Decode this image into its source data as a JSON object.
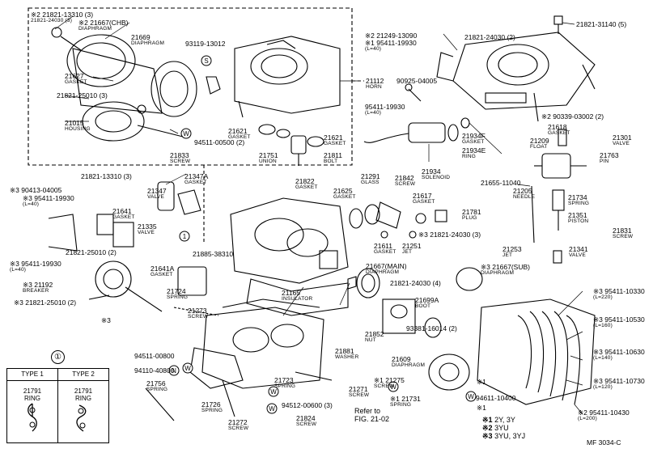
{
  "labels": [
    {
      "id": "l1",
      "no": "※2 21821-13310 (3)",
      "desc": "21821-24030 (3)"
    },
    {
      "id": "l2",
      "no": "※2 21667(CHB)",
      "desc": "DIAPHRAGM"
    },
    {
      "id": "l3",
      "no": "21669",
      "desc": "DIAPHRAGM"
    },
    {
      "id": "l4",
      "no": "93119-13012",
      "desc": ""
    },
    {
      "id": "l5",
      "no": "21627",
      "desc": "GASKET"
    },
    {
      "id": "l6",
      "no": "21821-25010 (3)",
      "desc": ""
    },
    {
      "id": "l7",
      "no": "21015",
      "desc": "HOUSING"
    },
    {
      "id": "l8",
      "no": "94511-00500 (2)",
      "desc": ""
    },
    {
      "id": "l9",
      "no": "21833",
      "desc": "SCREW"
    },
    {
      "id": "l10",
      "no": "21112",
      "desc": "HORN"
    },
    {
      "id": "l11",
      "no": "21621",
      "desc": "GASKET"
    },
    {
      "id": "l12",
      "no": "21621",
      "desc": "GASKET"
    },
    {
      "id": "l13",
      "no": "21751",
      "desc": "UNION"
    },
    {
      "id": "l14",
      "no": "21811",
      "desc": "BOLT"
    },
    {
      "id": "l15",
      "no": "※2 21249-13090",
      "desc": ""
    },
    {
      "id": "l16",
      "no": "※1 95411-19930",
      "desc": "(L=40)"
    },
    {
      "id": "l17",
      "no": "21821-24030 (2)",
      "desc": ""
    },
    {
      "id": "l18",
      "no": "21821-31140 (5)",
      "desc": ""
    },
    {
      "id": "l19",
      "no": "90925-04005",
      "desc": ""
    },
    {
      "id": "l20",
      "no": "95411-19930",
      "desc": "(L=40)"
    },
    {
      "id": "l21",
      "no": "※2 90339-03002 (2)",
      "desc": ""
    },
    {
      "id": "l22",
      "no": "21934F",
      "desc": "GASKET"
    },
    {
      "id": "l23",
      "no": "21934E",
      "desc": "RING"
    },
    {
      "id": "l24",
      "no": "21934",
      "desc": "SOLENOID"
    },
    {
      "id": "l25",
      "no": "21618",
      "desc": "GASKET"
    },
    {
      "id": "l26",
      "no": "21301",
      "desc": "VALVE"
    },
    {
      "id": "l27",
      "no": "21209",
      "desc": "FLOAT"
    },
    {
      "id": "l28",
      "no": "21763",
      "desc": "PIN"
    },
    {
      "id": "l29",
      "no": "21821-13310 (3)",
      "desc": ""
    },
    {
      "id": "l30",
      "no": "21347A",
      "desc": "GASKET"
    },
    {
      "id": "l31",
      "no": "21347",
      "desc": "VALVE"
    },
    {
      "id": "l32",
      "no": "21822",
      "desc": "GASKET"
    },
    {
      "id": "l33",
      "no": "21291",
      "desc": "GLASS"
    },
    {
      "id": "l34",
      "no": "21842",
      "desc": "SCREW"
    },
    {
      "id": "l35",
      "no": "21655-11040",
      "desc": ""
    },
    {
      "id": "l36",
      "no": "21205",
      "desc": "NEEDLE"
    },
    {
      "id": "l37",
      "no": "※3 90413-04005",
      "desc": ""
    },
    {
      "id": "l38",
      "no": "※3 95411-19930",
      "desc": "(L=40)"
    },
    {
      "id": "l39",
      "no": "21641",
      "desc": "GASKET"
    },
    {
      "id": "l40",
      "no": "21335",
      "desc": "VALVE"
    },
    {
      "id": "l41",
      "no": "21625",
      "desc": "GASKET"
    },
    {
      "id": "l42",
      "no": "21617",
      "desc": "GASKET"
    },
    {
      "id": "l43",
      "no": "21781",
      "desc": "PLUG"
    },
    {
      "id": "l44",
      "no": "21734",
      "desc": "SPRING"
    },
    {
      "id": "l45",
      "no": "21351",
      "desc": "PISTON"
    },
    {
      "id": "l46",
      "no": "21611",
      "desc": "GASKET"
    },
    {
      "id": "l47",
      "no": "21251",
      "desc": "JET"
    },
    {
      "id": "l48",
      "no": "※3 21821-24030 (3)",
      "desc": ""
    },
    {
      "id": "l49",
      "no": "21831",
      "desc": "SCREW"
    },
    {
      "id": "l50",
      "no": "21821-25010 (2)",
      "desc": ""
    },
    {
      "id": "l51",
      "no": "21885-38310",
      "desc": ""
    },
    {
      "id": "l52",
      "no": "21253",
      "desc": "JET"
    },
    {
      "id": "l53",
      "no": "21341",
      "desc": "VALVE"
    },
    {
      "id": "l54",
      "no": "※3 95411-19930",
      "desc": "(L=40)"
    },
    {
      "id": "l55",
      "no": "21641A",
      "desc": "GASKET"
    },
    {
      "id": "l56",
      "no": "21667(MAIN)",
      "desc": "DIAPHRAGM"
    },
    {
      "id": "l57",
      "no": "※3 21667(SUB)",
      "desc": "DIAPHRAGM"
    },
    {
      "id": "l58",
      "no": "※3 21192",
      "desc": "BREAKER"
    },
    {
      "id": "l59",
      "no": "21821-24030 (4)",
      "desc": ""
    },
    {
      "id": "l60",
      "no": "21724",
      "desc": "SPRING"
    },
    {
      "id": "l61",
      "no": "21165",
      "desc": "INSULATOR"
    },
    {
      "id": "l62",
      "no": "※3 21821-25010 (2)",
      "desc": ""
    },
    {
      "id": "l63",
      "no": "21273",
      "desc": "SCREW"
    },
    {
      "id": "l64",
      "no": "21699A",
      "desc": "BOOT"
    },
    {
      "id": "l65",
      "no": "※3 95411-10330",
      "desc": "(L=220)"
    },
    {
      "id": "l66",
      "no": "※3",
      "desc": ""
    },
    {
      "id": "l67",
      "no": "93381-16014 (2)",
      "desc": ""
    },
    {
      "id": "l68",
      "no": "※3 95411-10530",
      "desc": "(L=160)"
    },
    {
      "id": "l69",
      "no": "21852",
      "desc": "NUT"
    },
    {
      "id": "l70",
      "no": "21881",
      "desc": "WASHER"
    },
    {
      "id": "l71",
      "no": "94511-00800",
      "desc": ""
    },
    {
      "id": "l72",
      "no": "94110-40800",
      "desc": ""
    },
    {
      "id": "l73",
      "no": "21609",
      "desc": "DIAPHRAGM"
    },
    {
      "id": "l74",
      "no": "※3 95411-10630",
      "desc": "(L=140)"
    },
    {
      "id": "l75",
      "no": "21723",
      "desc": "SPRING"
    },
    {
      "id": "l76",
      "no": "※1 21275",
      "desc": "SCREW"
    },
    {
      "id": "l77",
      "no": "※1",
      "desc": ""
    },
    {
      "id": "l78",
      "no": "21756",
      "desc": "SPRING"
    },
    {
      "id": "l79",
      "no": "※3 95411-10730",
      "desc": "(L=120)"
    },
    {
      "id": "l80",
      "no": "21271",
      "desc": "SCREW"
    },
    {
      "id": "l81",
      "no": "※1 21731",
      "desc": "SPRING"
    },
    {
      "id": "l82",
      "no": "94611-10400",
      "desc": ""
    },
    {
      "id": "l83",
      "no": "21726",
      "desc": "SPRING"
    },
    {
      "id": "l84",
      "no": "94512-00600 (3)",
      "desc": ""
    },
    {
      "id": "l85",
      "no": "※1",
      "desc": ""
    },
    {
      "id": "l86",
      "no": "※2 95411-10430",
      "desc": "(L=200)"
    },
    {
      "id": "l87",
      "no": "21824",
      "desc": "SCREW"
    },
    {
      "id": "l88",
      "no": "21272",
      "desc": "SCREW"
    }
  ],
  "refer": {
    "line1": "Refer to",
    "line2": "FIG. 21-02"
  },
  "legend": [
    {
      "mark": "※1",
      "text": "2Y, 3Y"
    },
    {
      "mark": "※2",
      "text": "3YU"
    },
    {
      "mark": "※3",
      "text": "3YU, 3YJ"
    }
  ],
  "figure_code": "MF 3034-C",
  "ring_table": {
    "marker": "①",
    "type1": "TYPE 1",
    "type2": "TYPE 2",
    "part1": "21791",
    "desc1": "RING",
    "part2": "21791",
    "desc2": "RING"
  },
  "callouts": {
    "s": "S",
    "w": "W",
    "n": "N",
    "one": "1"
  }
}
